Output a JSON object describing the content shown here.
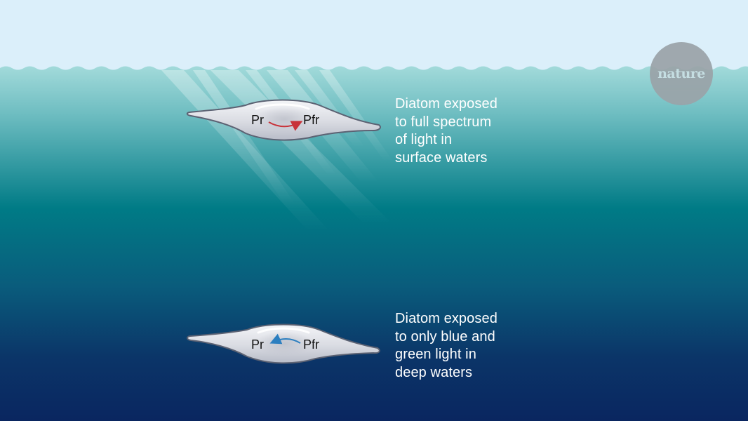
{
  "colors": {
    "sky": "#dbeffa",
    "surface_water": "#9ad6d6",
    "mid_water": "#007b86",
    "deep_water": "#0b2a5e",
    "forward_arrow": "#c8333a",
    "reverse_arrow": "#2c7fc0",
    "text": "#ffffff"
  },
  "surface_diatom": {
    "left_label": "Pr",
    "right_label": "Pfr",
    "arrow_icon": "red-arrow-right-icon",
    "caption_lines": [
      "Diatom exposed",
      "to full spectrum",
      "of light in",
      "surface waters"
    ]
  },
  "deep_diatom": {
    "left_label": "Pr",
    "right_label": "Pfr",
    "arrow_icon": "blue-arrow-left-icon",
    "caption_lines": [
      "Diatom exposed",
      "to only blue and",
      "green light in",
      "deep waters"
    ]
  },
  "logo": {
    "text": "nature"
  }
}
